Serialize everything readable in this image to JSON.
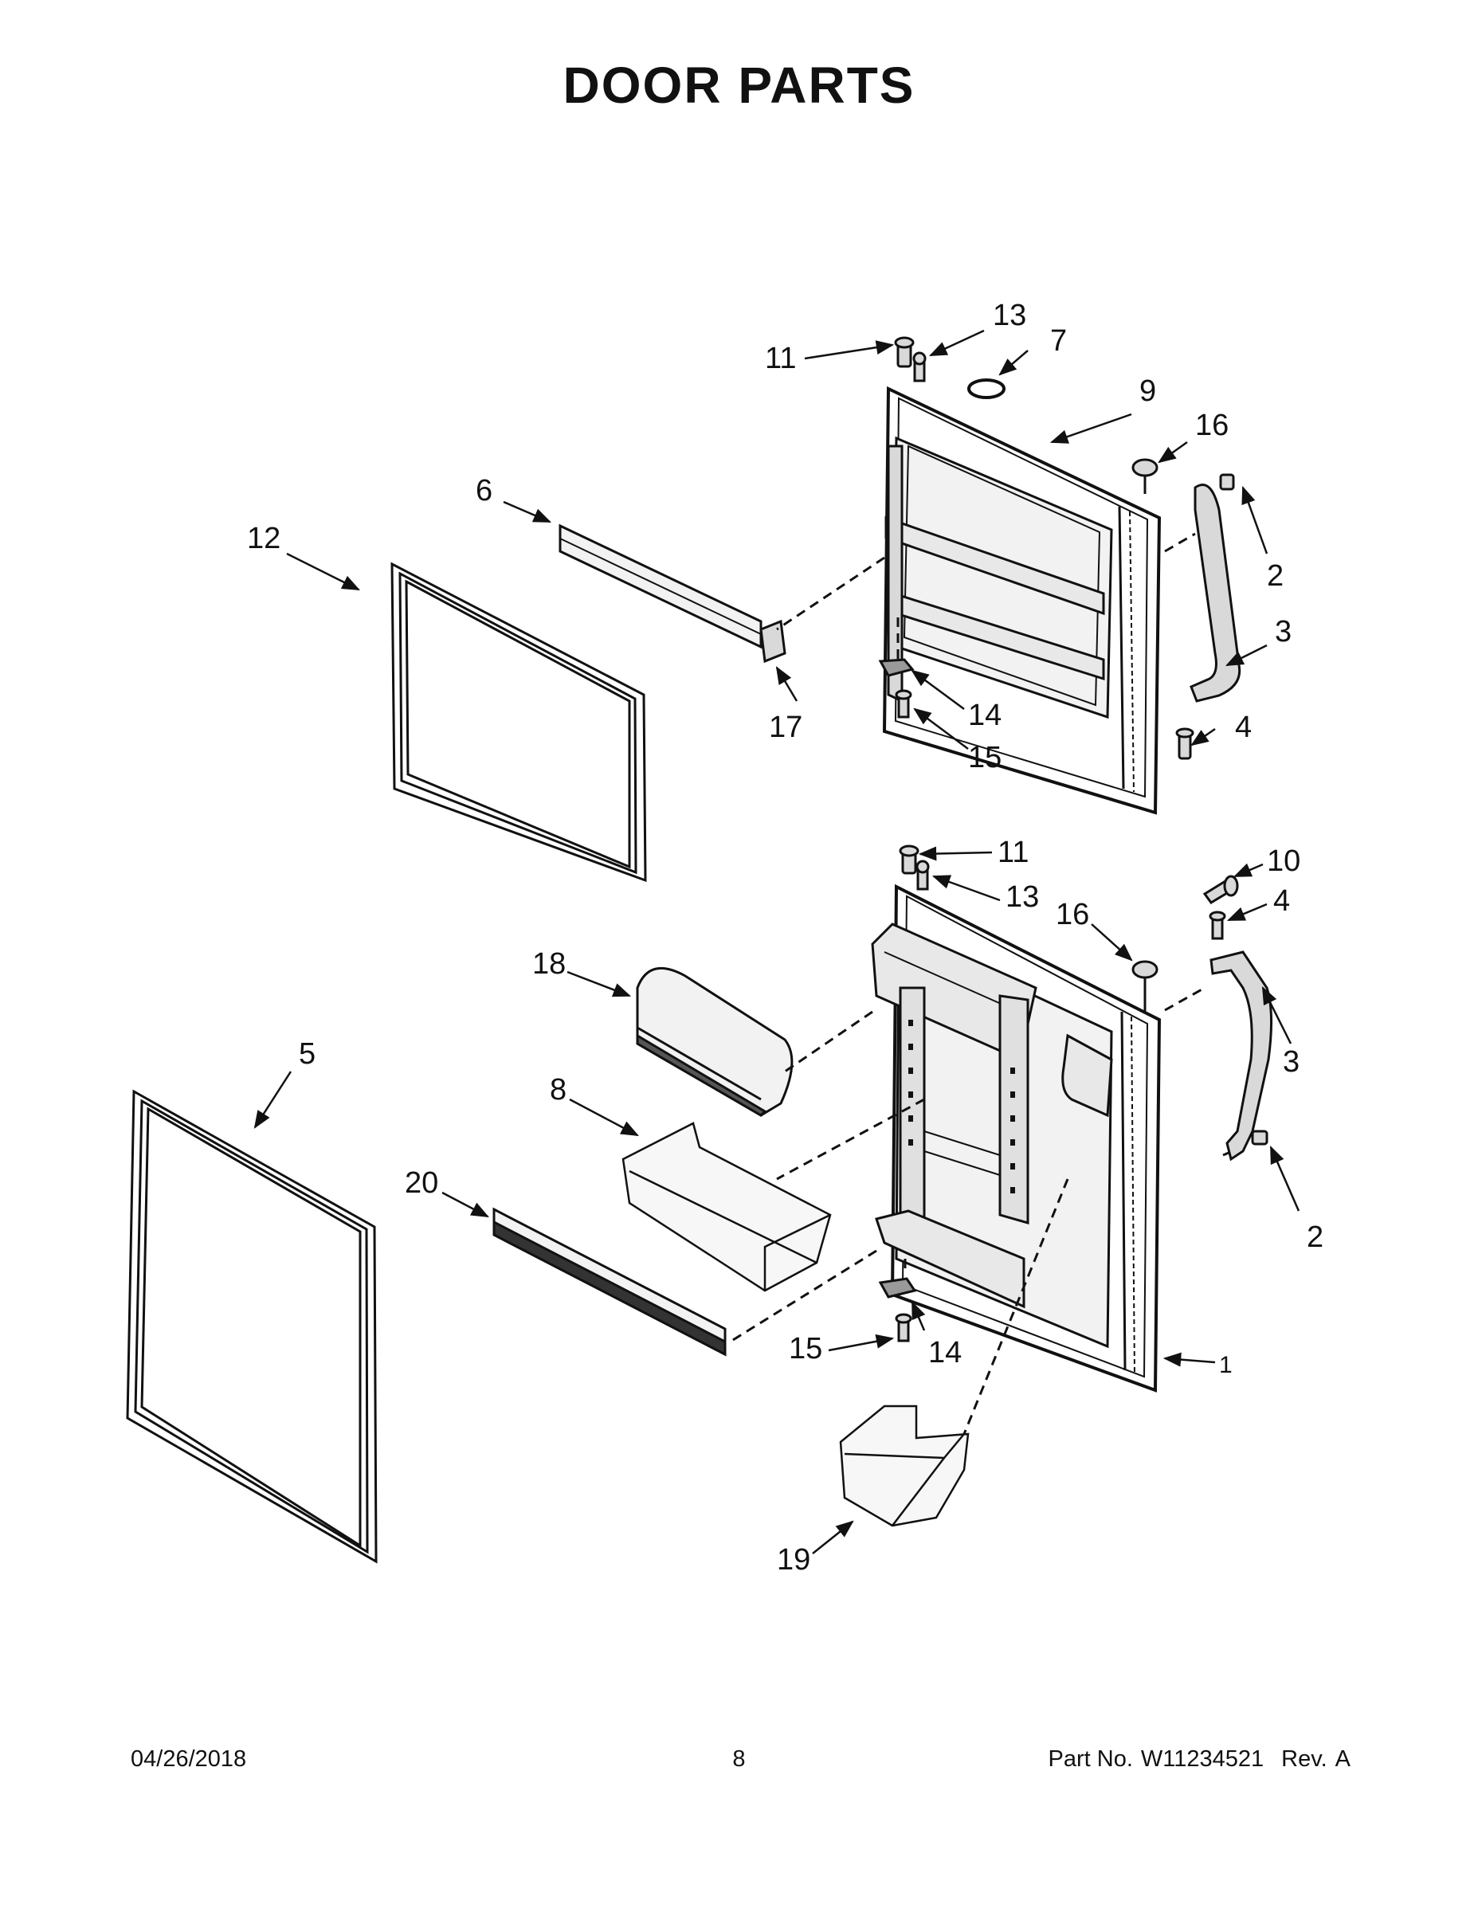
{
  "title": "DOOR PARTS",
  "callouts": {
    "top": [
      "11",
      "13",
      "7",
      "9",
      "16",
      "6",
      "12",
      "2",
      "3",
      "17",
      "14",
      "15",
      "4"
    ],
    "bottom": [
      "11",
      "10",
      "13",
      "4",
      "16",
      "18",
      "3",
      "5",
      "8",
      "20",
      "2",
      "15",
      "14",
      "1",
      "19"
    ]
  },
  "footer": {
    "date": "04/26/2018",
    "page": "8",
    "part_label": "Part No.",
    "part_number": "W11234521",
    "rev_label": "Rev.",
    "rev": "A"
  },
  "colors": {
    "line": "#111111",
    "fill_light": "#f2f2f2",
    "fill_mid": "#d9d9d9",
    "fill_dark": "#9a9a9a"
  }
}
